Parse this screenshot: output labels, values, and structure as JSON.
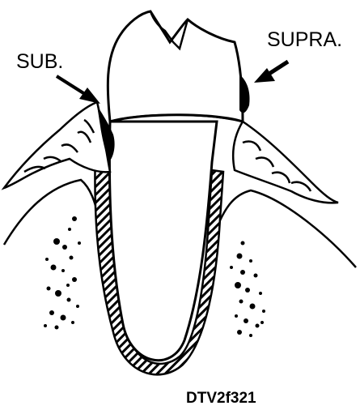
{
  "labels": {
    "sub": "SUB.",
    "supra": "SUPRA.",
    "figure_code": "DTV2f321"
  },
  "colors": {
    "ink": "#000000",
    "paper": "#ffffff"
  }
}
